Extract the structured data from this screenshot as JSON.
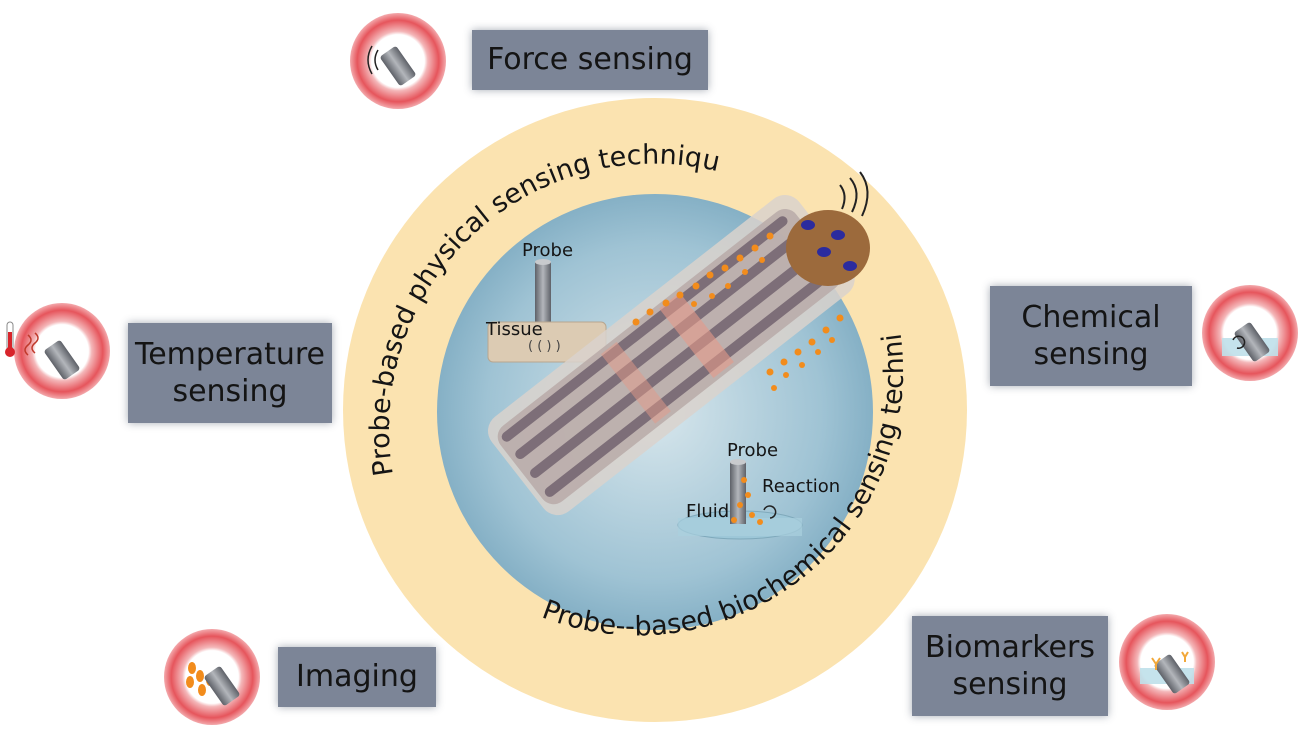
{
  "colors": {
    "outer_ring": "#fbe3b0",
    "inner_disc": "#9fc3d4",
    "box": "#7c8597",
    "icon_ring": "#e6555c",
    "probe_body": "#9a8a8c",
    "particles": "#f28c1c",
    "probe_tip": "#9c6a3c",
    "tip_holes": "#2b2b9e"
  },
  "ring_labels": {
    "physical": "Probe-based physical sensing techniques",
    "biochemical": "Probe--based biochemical sensing techniques"
  },
  "inset_physical": {
    "probe": "Probe",
    "tissue": "Tissue"
  },
  "inset_biochemical": {
    "probe": "Probe",
    "reaction": "Reaction",
    "fluid": "Fluid"
  },
  "techniques": {
    "force": {
      "line1": "Force sensing",
      "line2": "",
      "icon": "vibration-probe-icon"
    },
    "temperature": {
      "line1": "Temperature",
      "line2": "sensing",
      "icon": "thermometer-probe-icon"
    },
    "chemical": {
      "line1": "Chemical",
      "line2": "sensing",
      "icon": "fluid-probe-icon"
    },
    "imaging": {
      "line1": "Imaging",
      "line2": "",
      "icon": "particles-probe-icon"
    },
    "biomarkers": {
      "line1": "Biomarkers",
      "line2": "sensing",
      "icon": "antibody-probe-icon"
    }
  }
}
